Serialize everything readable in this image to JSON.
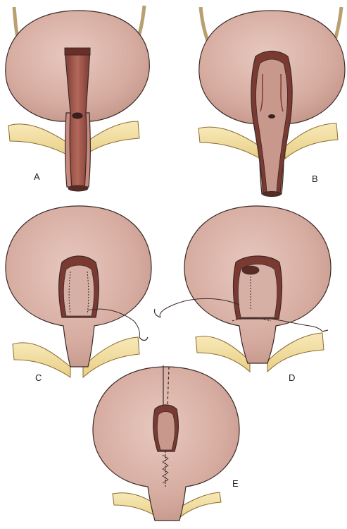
{
  "panels": [
    {
      "id": "A",
      "label": "A"
    },
    {
      "id": "B",
      "label": "B"
    },
    {
      "id": "C",
      "label": "C"
    },
    {
      "id": "D",
      "label": "D"
    },
    {
      "id": "E",
      "label": "E"
    }
  ],
  "colors": {
    "bladder": "#dcb3a8",
    "bladder_shade": "#c89388",
    "lumen": "#a55c50",
    "lumen_dark": "#7a3a32",
    "fat": "#f3dfa0",
    "fat_edge": "#c9a85a",
    "catheter": "#e4d3a8",
    "outline": "#3a2a28"
  }
}
